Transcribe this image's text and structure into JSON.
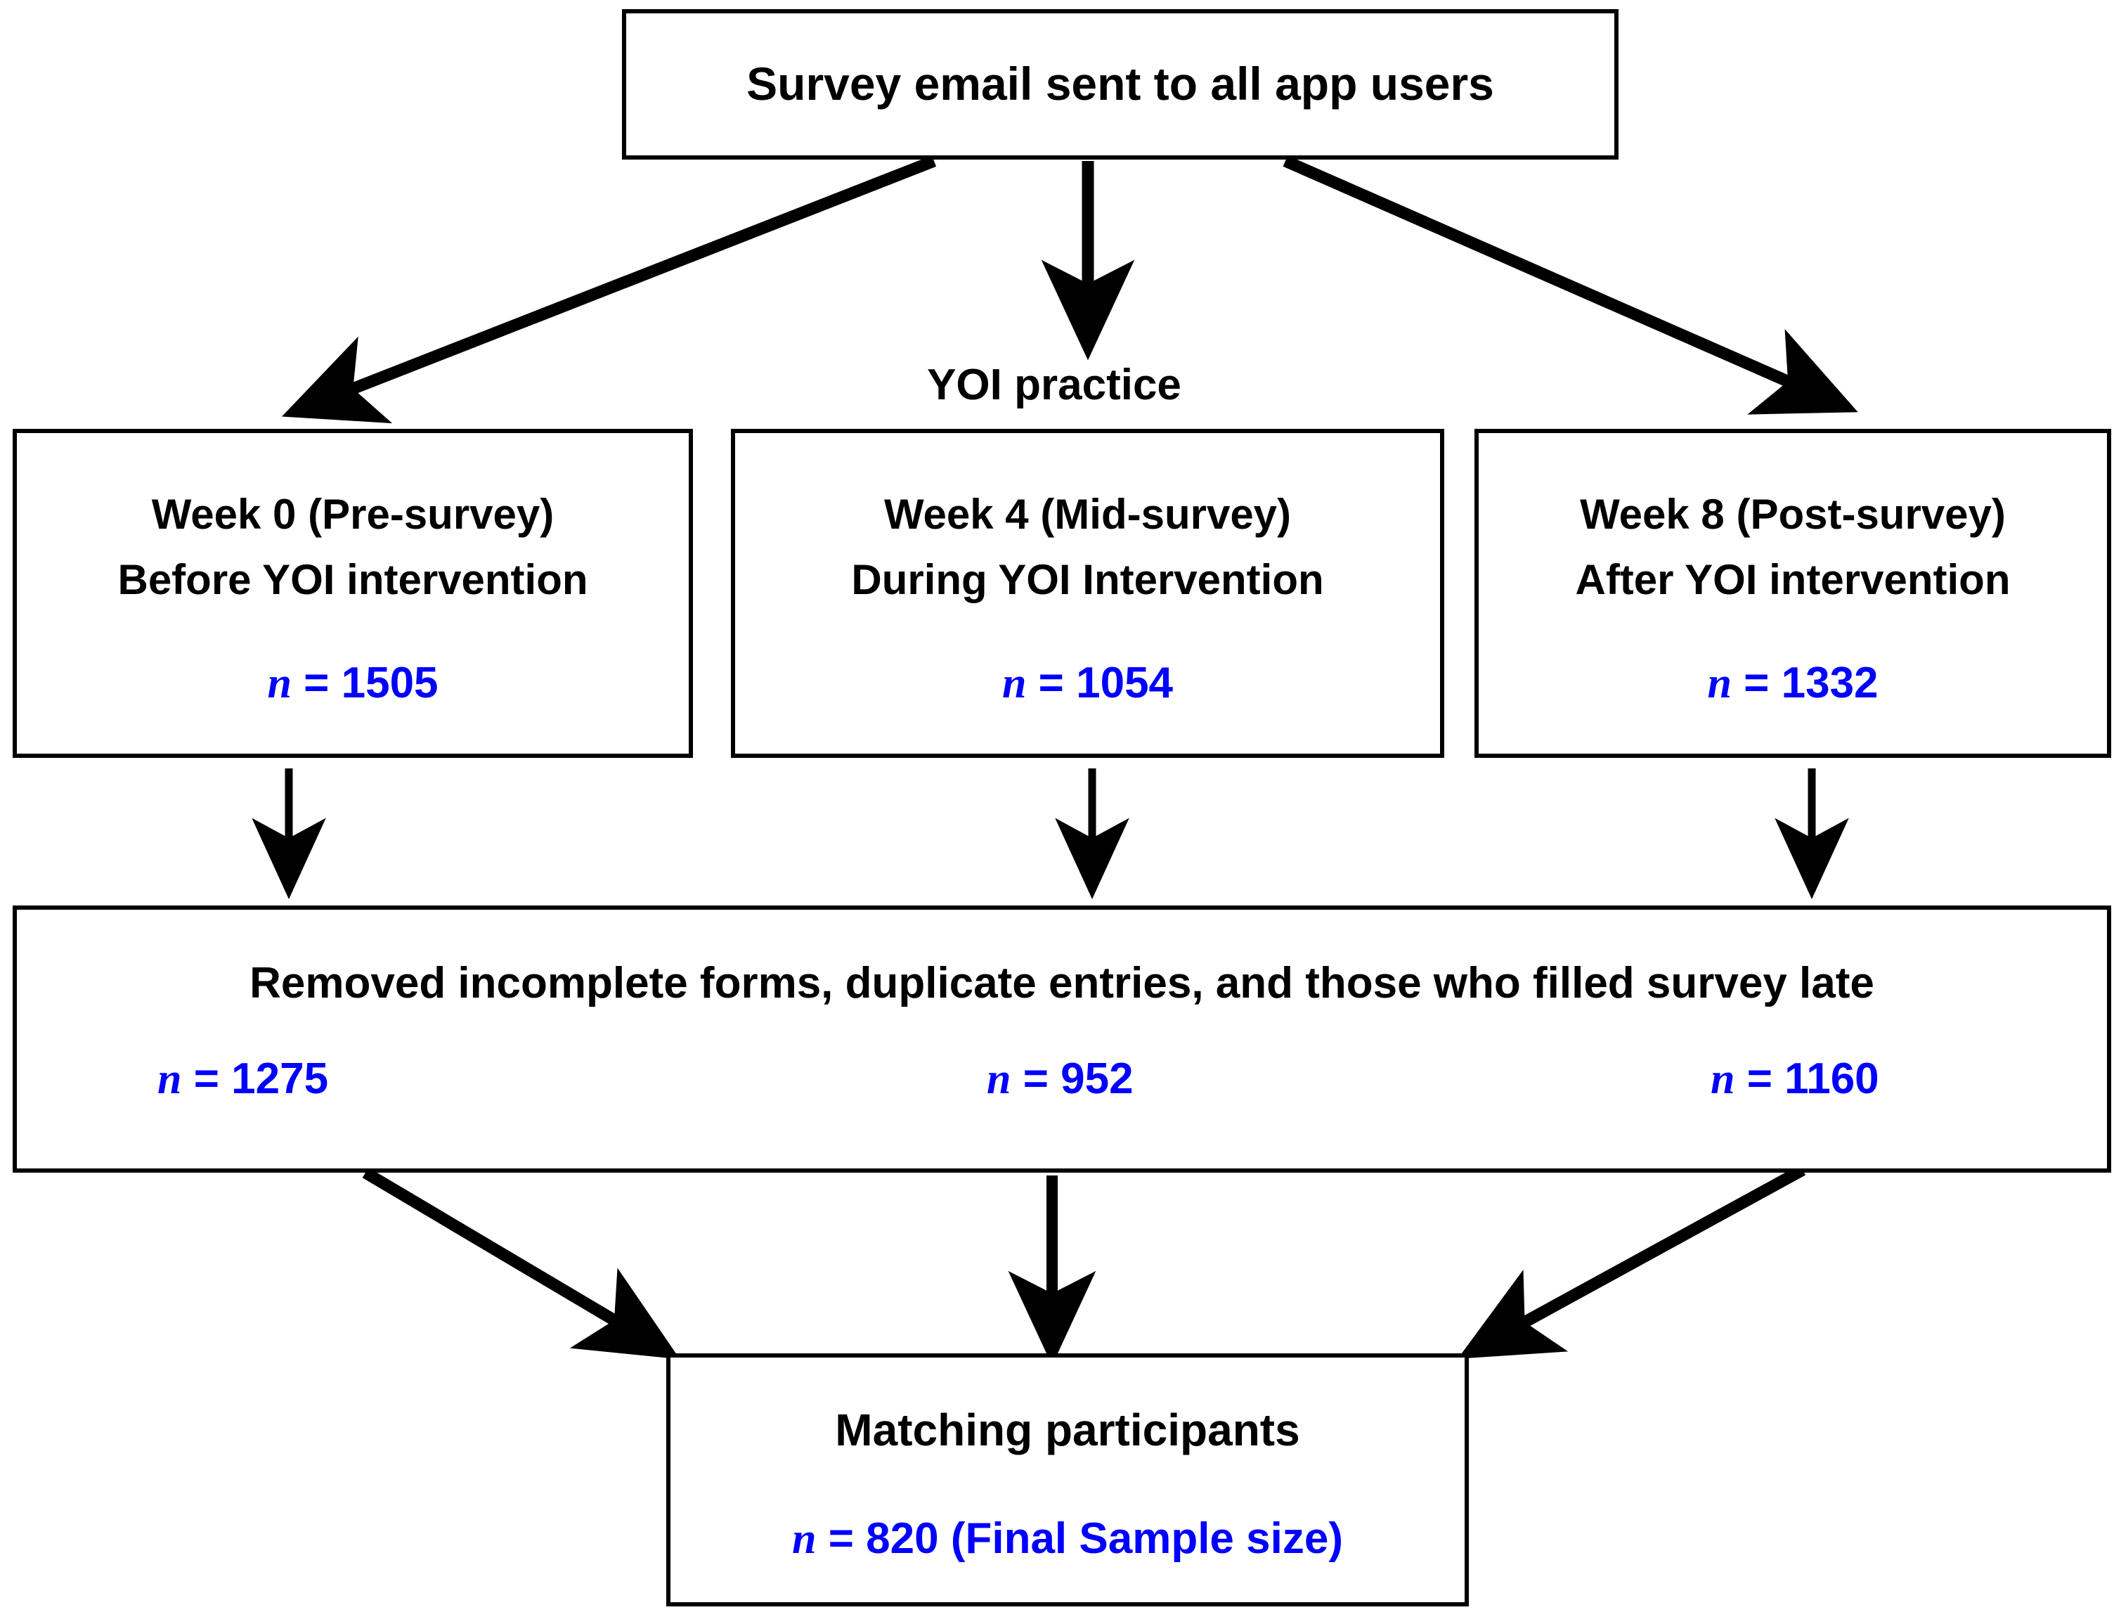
{
  "colors": {
    "stroke": "#000000",
    "box_fill": "#ffffff",
    "n_value_color": "#0000ff",
    "text_color": "#000000"
  },
  "flowchart": {
    "top": {
      "label": "Survey email sent to all app users"
    },
    "edge_label": {
      "text": "YOI practice"
    },
    "timepoints": [
      {
        "title": "Week 0 (Pre-survey)",
        "subtitle": "Before YOI intervention",
        "n_symbol": "n",
        "n_value": "= 1505",
        "n_full": "n = 1505"
      },
      {
        "title": "Week 4 (Mid-survey)",
        "subtitle": "During YOI Intervention",
        "n_symbol": "n",
        "n_value": "= 1054",
        "n_full": "n = 1054"
      },
      {
        "title": "Week 8 (Post-survey)",
        "subtitle": "After YOI intervention",
        "n_symbol": "n",
        "n_value": "= 1332",
        "n_full": "n = 1332"
      }
    ],
    "removed": {
      "label": "Removed incomplete forms, duplicate entries, and those who filled survey late",
      "counts": [
        {
          "n_symbol": "n",
          "n_value": "= 1275",
          "n_full": "n = 1275"
        },
        {
          "n_symbol": "n",
          "n_value": "= 952",
          "n_full": "n = 952"
        },
        {
          "n_symbol": "n",
          "n_value": "= 1160",
          "n_full": "n = 1160"
        }
      ]
    },
    "final": {
      "label": "Matching participants",
      "n_symbol": "n",
      "n_value": "= 820 (Final Sample size)",
      "n_full": "n = 820 (Final Sample size)"
    }
  },
  "chart_data": {
    "type": "diagram",
    "title": "Survey participant flow diagram",
    "nodes": [
      {
        "id": "top",
        "label": "Survey email sent to all app users",
        "n": null
      },
      {
        "id": "week0",
        "label": "Week 0 (Pre-survey) / Before YOI intervention",
        "n": 1505
      },
      {
        "id": "week4",
        "label": "Week 4 (Mid-survey) / During YOI Intervention",
        "n": 1054
      },
      {
        "id": "week8",
        "label": "Week 8 (Post-survey) / After YOI intervention",
        "n": 1332
      },
      {
        "id": "removed",
        "label": "Removed incomplete forms, duplicate entries, and those who filled survey late",
        "n": [
          1275,
          952,
          1160
        ]
      },
      {
        "id": "final",
        "label": "Matching participants",
        "n": 820
      }
    ],
    "edges": [
      {
        "from": "top",
        "to": "week0",
        "label": ""
      },
      {
        "from": "top",
        "to": "week4",
        "label": "YOI practice"
      },
      {
        "from": "top",
        "to": "week8",
        "label": ""
      },
      {
        "from": "week0",
        "to": "removed",
        "label": ""
      },
      {
        "from": "week4",
        "to": "removed",
        "label": ""
      },
      {
        "from": "week8",
        "to": "removed",
        "label": ""
      },
      {
        "from": "removed",
        "to": "final",
        "label": ""
      }
    ]
  }
}
